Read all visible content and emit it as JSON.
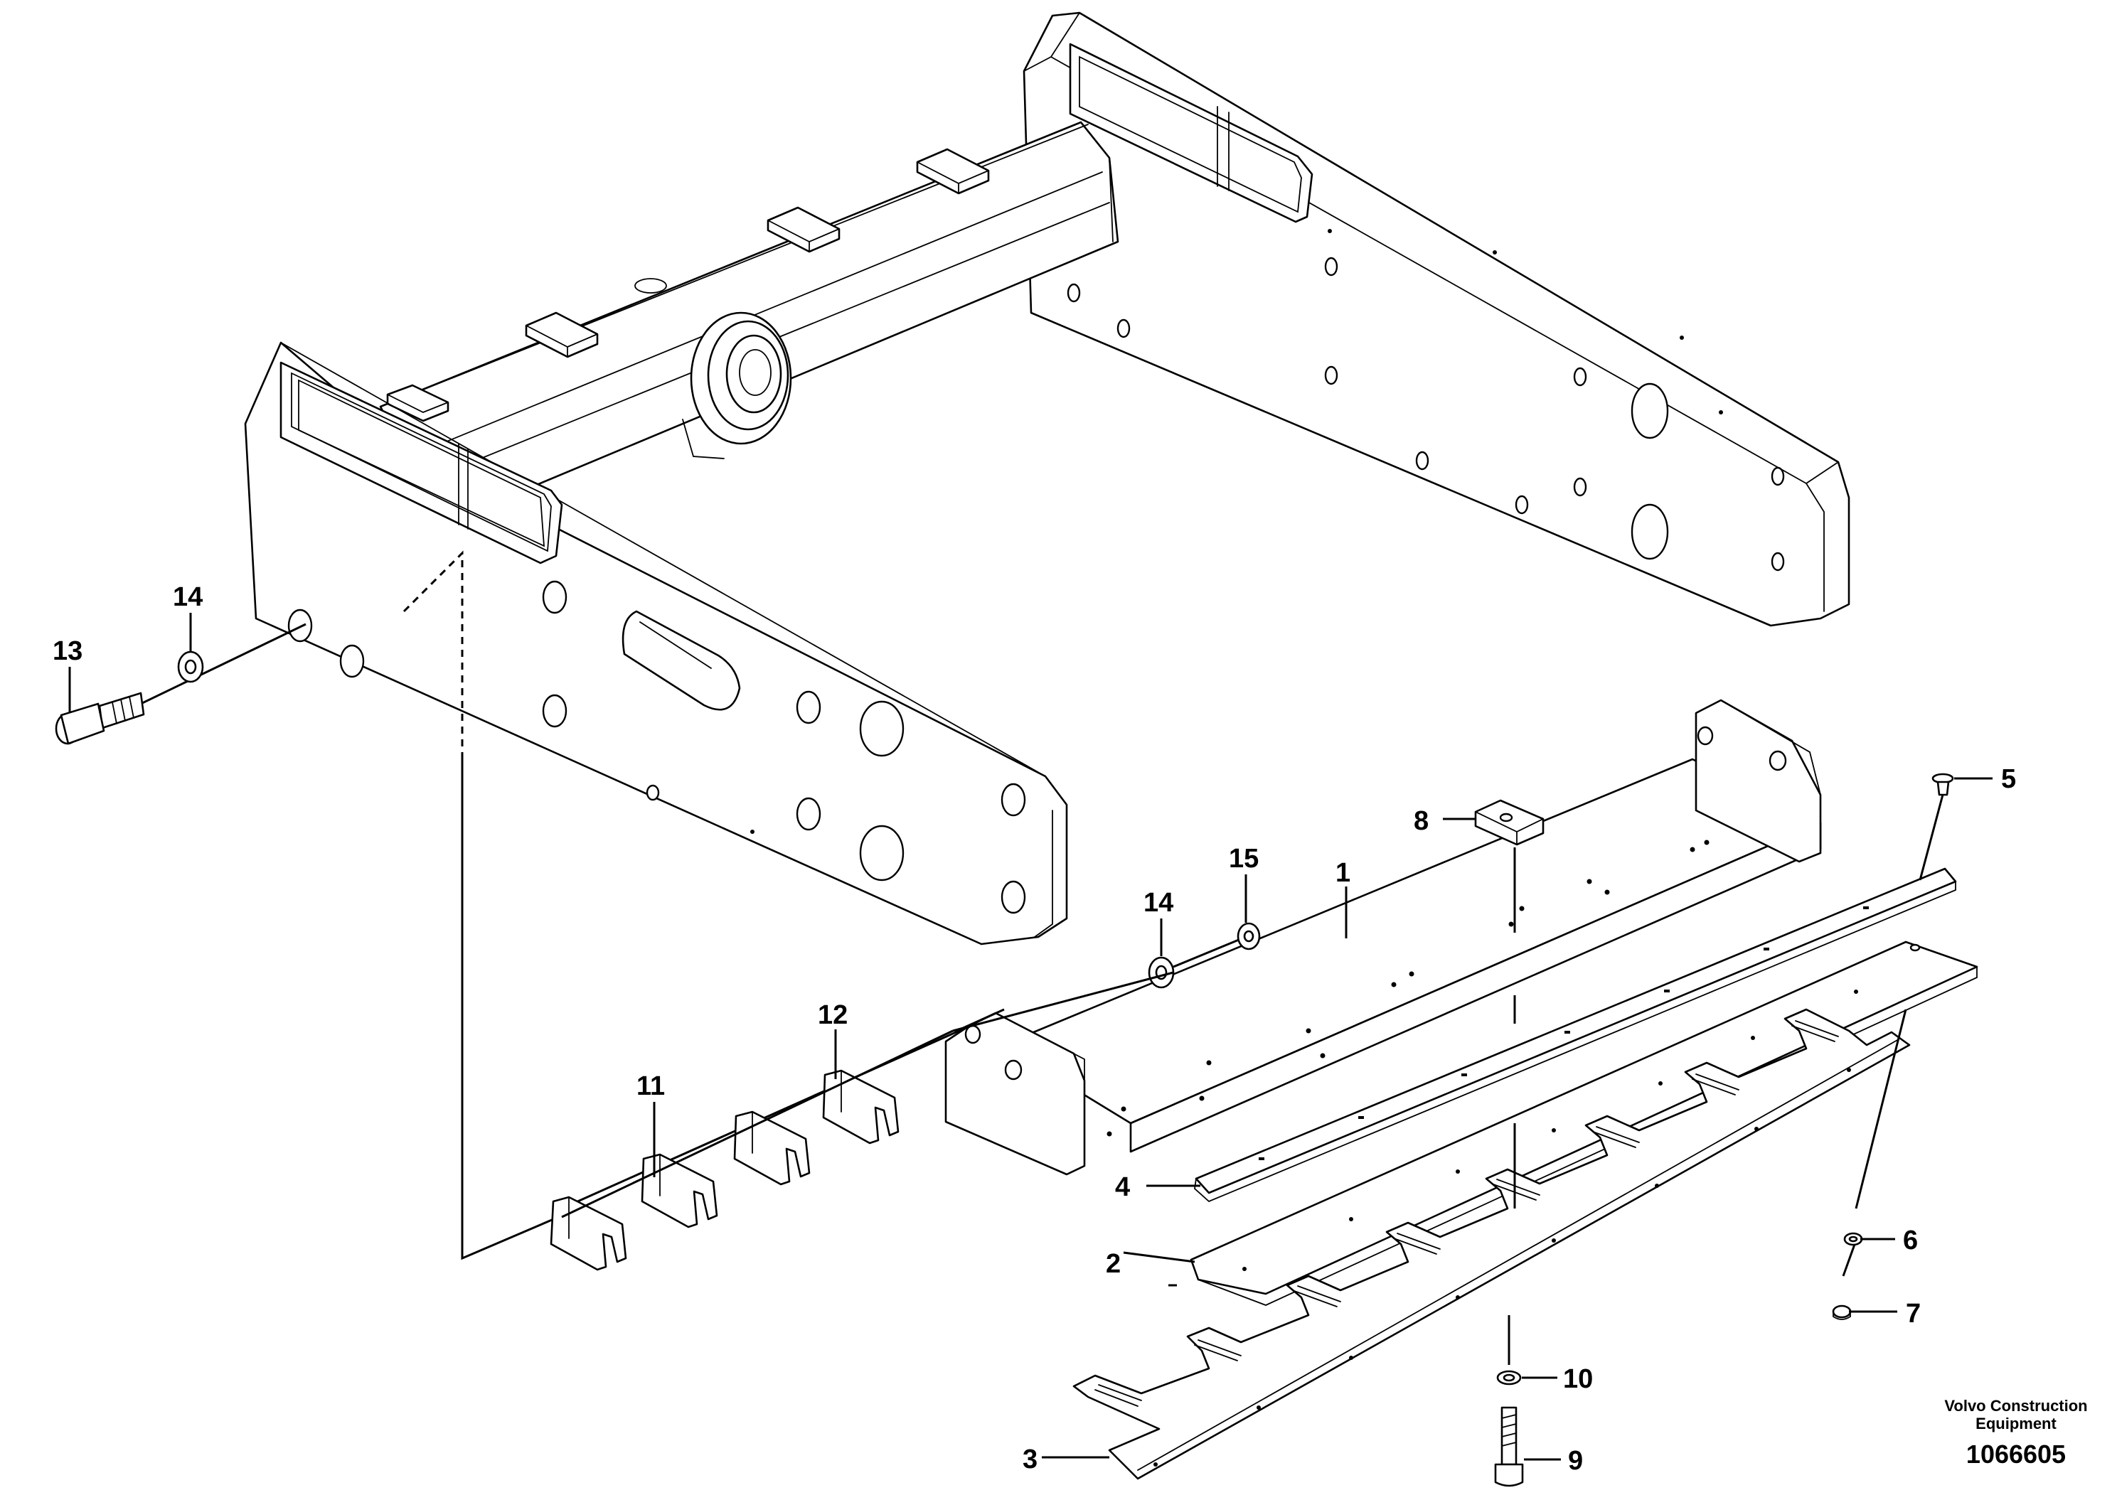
{
  "callouts": {
    "c1": "1",
    "c2": "2",
    "c3": "3",
    "c4": "4",
    "c5": "5",
    "c6": "6",
    "c7": "7",
    "c8": "8",
    "c9": "9",
    "c10": "10",
    "c11": "11",
    "c12": "12",
    "c13": "13",
    "c14a": "14",
    "c14b": "14",
    "c15": "15"
  },
  "brand": {
    "line1": "Volvo Construction",
    "line2": "Equipment"
  },
  "reference_number": "1066605"
}
